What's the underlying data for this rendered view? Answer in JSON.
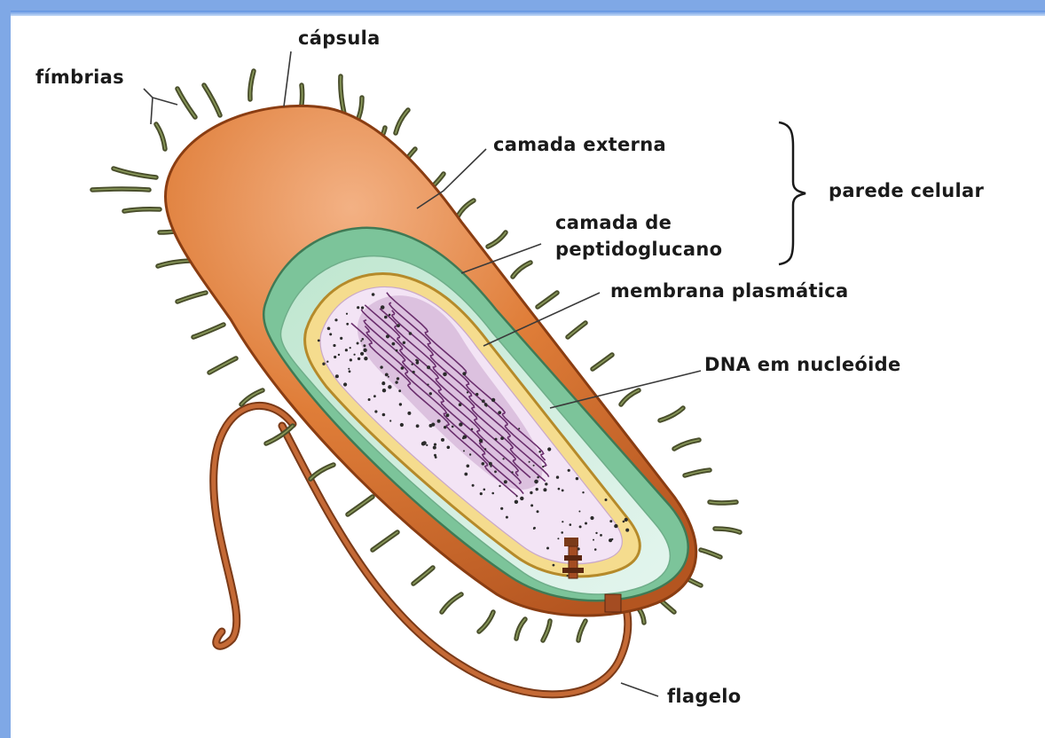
{
  "diagram": {
    "labels": {
      "capsule": "cápsula",
      "fimbriae": "fímbrias",
      "outer_layer": "camada externa",
      "peptidoglycan_line1": "camada de",
      "peptidoglycan_line2": "peptidoglucano",
      "cell_wall": "parede celular",
      "plasma_membrane": "membrana plasmática",
      "nucleoid": "DNA em nucleóide",
      "flagellum": "flagelo"
    },
    "colors": {
      "capsule": "#d9742e",
      "capsule_edge": "#8a3d12",
      "outer_layer": "#7cc49a",
      "peptidoglycan": "#cfeede",
      "membrane": "#e8c56a",
      "cytoplasm": "#f3e4f5",
      "nucleoid": "#7a3f7c",
      "fimbriae": "#4a4f2c",
      "flagellum": "#b4592c",
      "frame": "#7fa8e6"
    }
  }
}
